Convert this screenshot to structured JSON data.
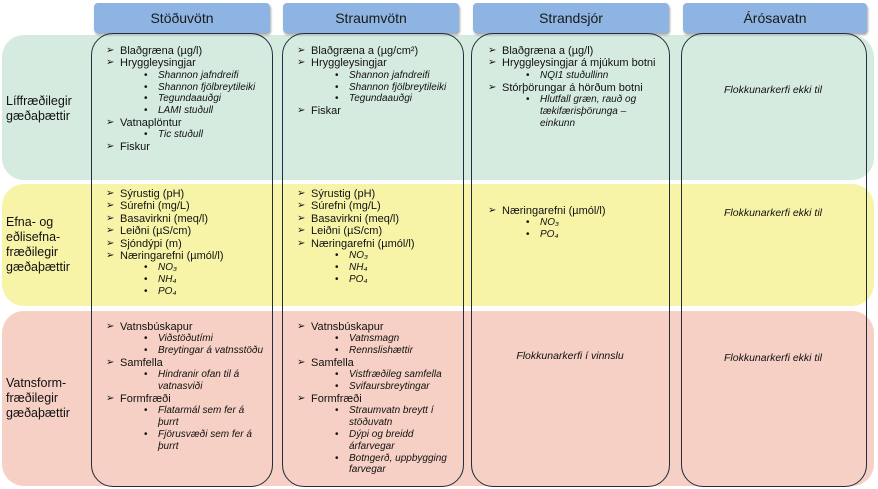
{
  "headers": [
    "Stöðuvötn",
    "Straumvötn",
    "Strandsjór",
    "Árósavatn"
  ],
  "rows": {
    "bio": "Líffræðilegir gæðaþættir",
    "chem": "Efna- og eðlisefna-fræðilegir gæðaþættir",
    "form": "Vatnsform-fræðilegir gæðaþættir"
  },
  "bio": {
    "lakes": [
      {
        "label": "Blaðgræna (µg/l)",
        "sub": []
      },
      {
        "label": "Hryggleysingjar",
        "sub": [
          "Shannon jafndreifi",
          "Shannon fjölbreytileiki",
          "Tegundaauðgi",
          "LAMI stuðull"
        ]
      },
      {
        "label": "Vatnaplöntur",
        "sub": [
          "Tic stuðull"
        ]
      },
      {
        "label": "Fiskur",
        "sub": []
      }
    ],
    "rivers": [
      {
        "label": "Blaðgræna a (µg/cm²)",
        "sub": []
      },
      {
        "label": "Hryggleysingjar",
        "sub": [
          "Shannon jafndreifi",
          "Shannon fjölbreytileiki",
          "Tegundaauðgi"
        ]
      },
      {
        "label": "Fiskar",
        "sub": []
      }
    ],
    "coastal": [
      {
        "label": "Blaðgræna a (µg/l)",
        "sub": []
      },
      {
        "label": "Hryggleysingjar á mjúkum botni",
        "sub": [
          "NQI1 stuðullinn"
        ]
      },
      {
        "label": "Stórþörungar á hörðum botni",
        "sub": [
          "Hlutfall græn, rauð og tækifærisþörunga – einkunn"
        ]
      }
    ],
    "transitional": "Flokkunarkerfi ekki til"
  },
  "chem": {
    "lakes": [
      {
        "label": "Sýrustig (pH)",
        "sub": []
      },
      {
        "label": "Súrefni (mg/L)",
        "sub": []
      },
      {
        "label": "Basavirkni (meq/l)",
        "sub": []
      },
      {
        "label": "Leiðni (µS/cm)",
        "sub": []
      },
      {
        "label": "Sjóndýpi (m)",
        "sub": []
      },
      {
        "label": "Næringarefni (µmól/l)",
        "sub": [
          "NO₃",
          "NH₄",
          "PO₄"
        ]
      }
    ],
    "rivers": [
      {
        "label": "Sýrustig (pH)",
        "sub": []
      },
      {
        "label": "Súrefni (mg/L)",
        "sub": []
      },
      {
        "label": "Basavirkni (meq/l)",
        "sub": []
      },
      {
        "label": "Leiðni (µS/cm)",
        "sub": []
      },
      {
        "label": "Næringarefni (µmól/l)",
        "sub": [
          "NO₃",
          "NH₄",
          "PO₄"
        ]
      }
    ],
    "coastal": [
      {
        "label": "Næringarefni (µmól/l)",
        "sub": [
          "NO₃",
          "PO₄"
        ]
      }
    ],
    "transitional": "Flokkunarkerfi ekki til"
  },
  "form": {
    "lakes": [
      {
        "label": "Vatnsbúskapur",
        "sub": [
          "Viðstöðutími",
          "Breytingar á vatnsstöðu"
        ]
      },
      {
        "label": "Samfella",
        "sub": [
          "Hindranir ofan til á vatnasviði"
        ]
      },
      {
        "label": "Formfræði",
        "sub": [
          "Flatarmál sem fer á þurrt",
          "Fjörusvæði sem fer á þurrt"
        ]
      }
    ],
    "rivers": [
      {
        "label": "Vatnsbúskapur",
        "sub": [
          "Vatnsmagn",
          "Rennslishættir"
        ]
      },
      {
        "label": "Samfella",
        "sub": [
          "Vistfræðileg samfella",
          "Svifaursbreytingar"
        ]
      },
      {
        "label": "Formfræði",
        "sub": [
          "Straumvatn breytt í stöðuvatn",
          "Dýpi og breidd árfarvegar",
          "Botngerð, uppbygging farvegar"
        ]
      }
    ],
    "coastal": "Flokkunarkerfi í vinnslu",
    "transitional": "Flokkunarkerfi ekki til"
  },
  "colors": {
    "header": "#8db4e2",
    "bio_band": "#d6ebdf",
    "chem_band": "#f7f4a8",
    "form_band": "#f6d0c4",
    "column_border": "#1f2d3d"
  }
}
